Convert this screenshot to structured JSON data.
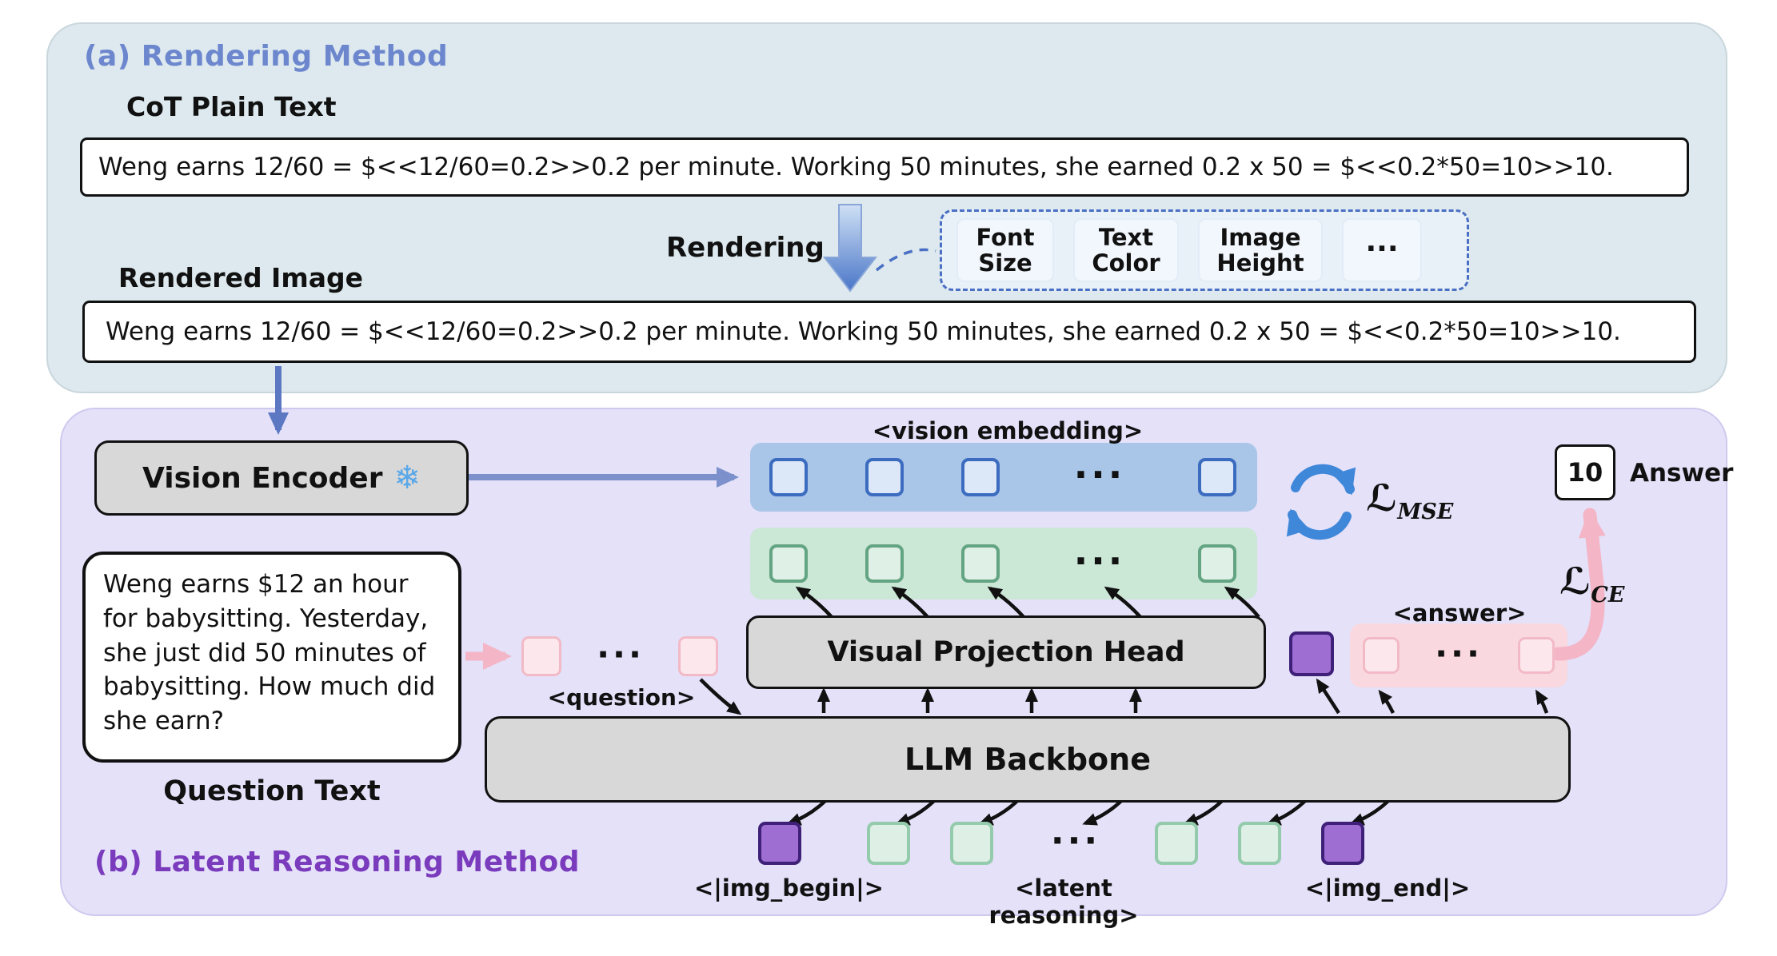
{
  "ellipsis": "...",
  "panel_a": {
    "title": "(a) Rendering Method",
    "cot_label": "CoT Plain Text",
    "cot_text": "Weng earns 12/60 = $<<12/60=0.2>>0.2 per minute. Working 50 minutes, she earned 0.2 x 50 = $<<0.2*50=10>>10.",
    "rendering_label": "Rendering",
    "params": [
      "Font Size",
      "Text Color",
      "Image Height"
    ],
    "rendered_label": "Rendered Image",
    "rendered_text": "Weng earns 12/60 = $<<12/60=0.2>>0.2 per minute. Working 50 minutes, she earned 0.2 x 50 = $<<0.2*50=10>>10."
  },
  "panel_b": {
    "title": "(b) Latent Reasoning Method",
    "vision_encoder_label": "Vision Encoder",
    "snowflake_icon": "❄",
    "vision_embedding_label": "<vision embedding>",
    "visual_projection_label": "Visual Projection Head",
    "llm_label": "LLM Backbone",
    "question_text": "Weng earns $12 an hour for babysitting. Yesterday, she just did 50 minutes of babysitting. How much did she earn?",
    "question_label": "Question Text",
    "question_token_label": "<question>",
    "answer_token_label": "<answer>",
    "answer_value": "10",
    "answer_label": "Answer",
    "loss_mse": {
      "symbol": "ℒ",
      "sub": "MSE"
    },
    "loss_ce": {
      "symbol": "ℒ",
      "sub": "CE"
    },
    "img_begin_label": "<|img_begin|>",
    "latent_reasoning_label": "<latent reasoning>",
    "img_end_label": "<|img_end|>"
  },
  "colors": {
    "panel_a_bg": "#dde9ee",
    "panel_b_bg": "#e4e1f9",
    "title_a": "#6d87ce",
    "title_b": "#7a3bbd",
    "blue_accent": "#3b6cc0",
    "green_accent": "#63a482",
    "pink_accent": "#f4b6c6",
    "purple_accent": "#3f2079",
    "mse_blue": "#3f87d9"
  }
}
